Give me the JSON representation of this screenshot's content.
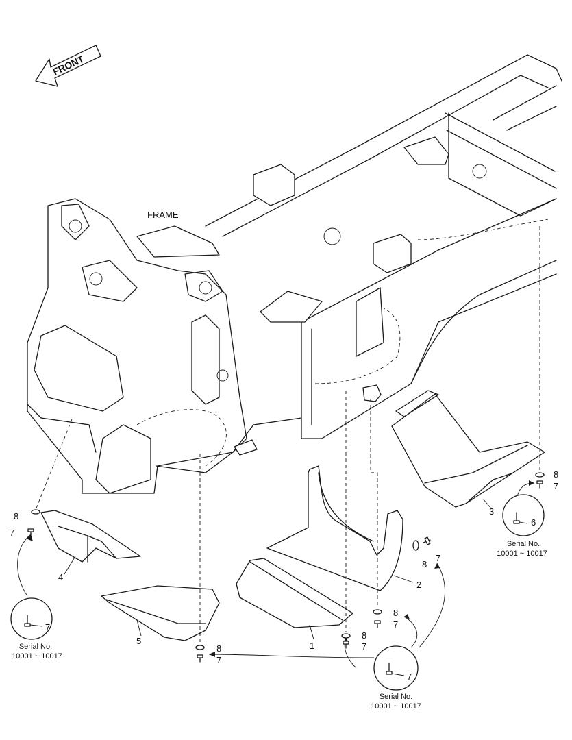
{
  "front_label": "FRONT",
  "frame_label": "FRAME",
  "part_numbers": [
    "1",
    "2",
    "3",
    "4",
    "5",
    "6",
    "7",
    "8"
  ],
  "serial_notes": [
    {
      "line1": "Serial No.",
      "line2": "10001 ~ 10017"
    },
    {
      "line1": "Serial No.",
      "line2": "10001 ~ 10017"
    },
    {
      "line1": "Serial No.",
      "line2": "10001 ~ 10017"
    }
  ]
}
